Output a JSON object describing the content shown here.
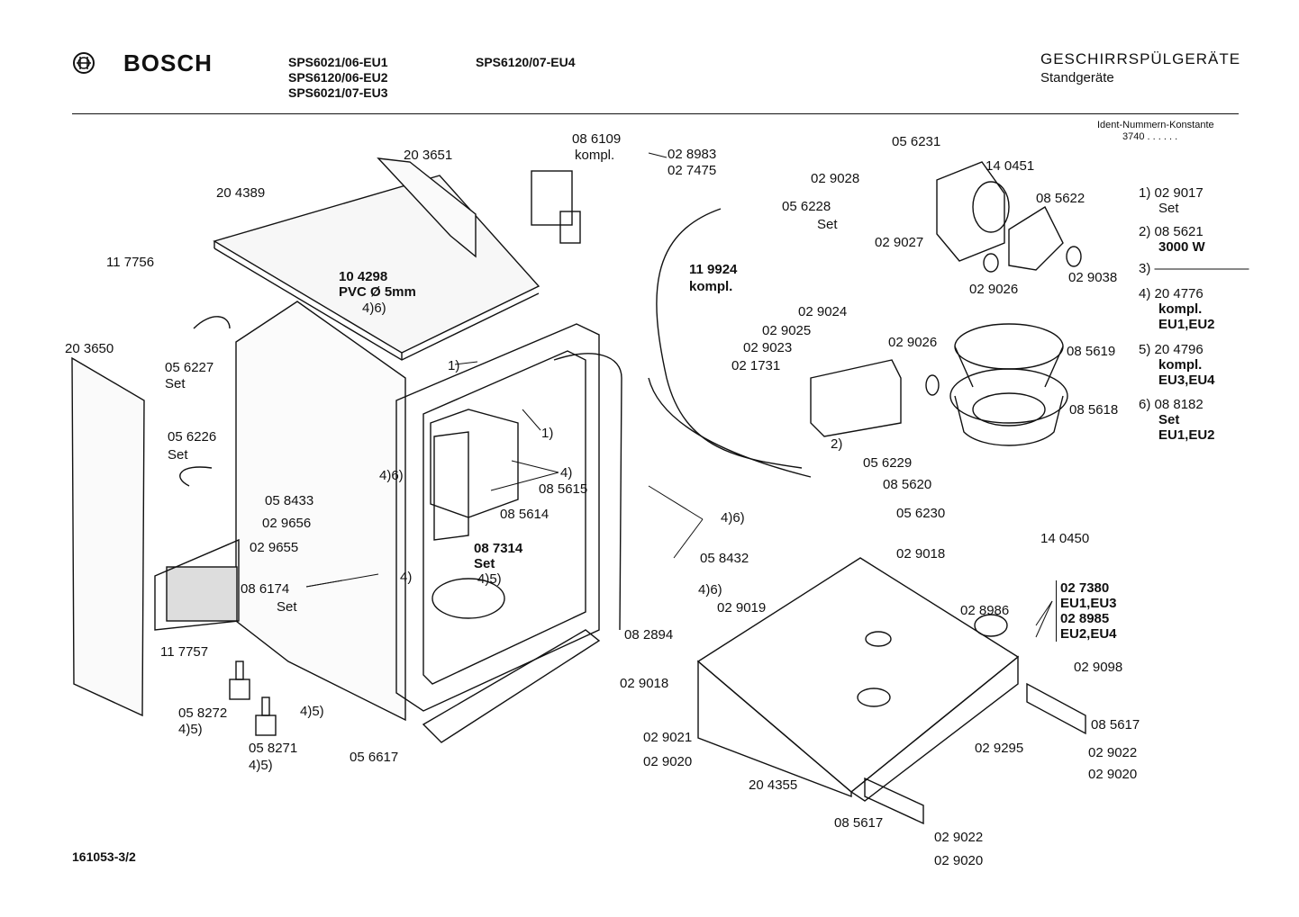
{
  "header": {
    "brand": "BOSCH",
    "models_left": [
      "SPS6021/06-EU1",
      "SPS6120/06-EU2",
      "SPS6021/07-EU3"
    ],
    "model_right": "SPS6120/07-EU4",
    "category_title": "GESCHIRRSPÜLGERÄTE",
    "category_subtitle": "Standgeräte",
    "ident_label": "Ident-Nummern-Konstante",
    "ident_value": "3740  . .   . . . ."
  },
  "legend": [
    {
      "key": "1)",
      "lines": [
        "02 9017",
        "Set"
      ]
    },
    {
      "key": "2)",
      "lines": [
        "08 5621",
        "3000 W"
      ]
    },
    {
      "key": "3)",
      "lines": [
        "———————"
      ]
    },
    {
      "key": "4)",
      "lines": [
        "20 4776",
        "kompl.",
        "EU1,EU2"
      ]
    },
    {
      "key": "5)",
      "lines": [
        "20 4796",
        "kompl.",
        "EU3,EU4"
      ]
    },
    {
      "key": "6)",
      "lines": [
        "08 8182",
        "Set",
        "EU1,EU2"
      ]
    }
  ],
  "parts": {
    "p203651": "20 3651",
    "p204389": "20 4389",
    "p117756": "11 7756",
    "p104298": "10 4298",
    "pvc": "PVC Ø 5mm",
    "r46a": "4)6)",
    "p203650": "20 3650",
    "p056227": "05 6227",
    "set_a": "Set",
    "p056226": "05 6226",
    "set_b": "Set",
    "p058433": "05 8433",
    "r46b": "4)6)",
    "p029656": "02 9656",
    "p029655": "02 9655",
    "p086174": "08 6174",
    "set_c": "Set",
    "p117757": "11 7757",
    "p058272": "05 8272",
    "r45a": "4)5)",
    "p058271": "05 8271",
    "r45b": "4)5)",
    "r45c": "4)5)",
    "p056617": "05 6617",
    "r4a": "4)",
    "ref1a": "1)",
    "ref1b": "1)",
    "r4b": "4)",
    "p085615": "08 5615",
    "p085614": "08 5614",
    "p087314": "08 7314",
    "set_d": "Set",
    "r45d": "4)5)",
    "p082894": "08 2894",
    "p086109": "08 6109",
    "kompl_a": "kompl.",
    "p028983": "02 8983",
    "p027475": "02 7475",
    "p119924": "11 9924",
    "kompl_b": "kompl.",
    "r46c": "4)6)",
    "p058432": "05 8432",
    "r46d": "4)6)",
    "p029019": "02 9019",
    "p029018a": "02 9018",
    "p029018b": "02 9018",
    "p029021": "02 9021",
    "p029020a": "02 9020",
    "p204355": "20 4355",
    "p085617a": "08 5617",
    "p029022a": "02 9022",
    "p029020b": "02 9020",
    "p056231": "05 6231",
    "p029028": "02 9028",
    "p140451": "14 0451",
    "p056228": "05 6228",
    "set_e": "Set",
    "p085622": "08 5622",
    "p029027": "02 9027",
    "p029026a": "02 9026",
    "p029038": "02 9038",
    "p029024": "02 9024",
    "p029025": "02 9025",
    "p029023": "02 9023",
    "p021731": "02 1731",
    "p029026b": "02 9026",
    "ref2": "2)",
    "p085619": "08 5619",
    "p085618": "08 5618",
    "p056229": "05 6229",
    "p085620": "08 5620",
    "p056230": "05 6230",
    "p140450": "14 0450",
    "p027380": "02 7380",
    "eu13": "EU1,EU3",
    "p028985": "02 8985",
    "eu24": "EU2,EU4",
    "p028986": "02 8986",
    "p029098": "02 9098",
    "p085617b": "08 5617",
    "p029295": "02 9295",
    "p029022b": "02 9022",
    "p029020c": "02 9020"
  },
  "footer": {
    "doc_number": "161053-3/2"
  }
}
